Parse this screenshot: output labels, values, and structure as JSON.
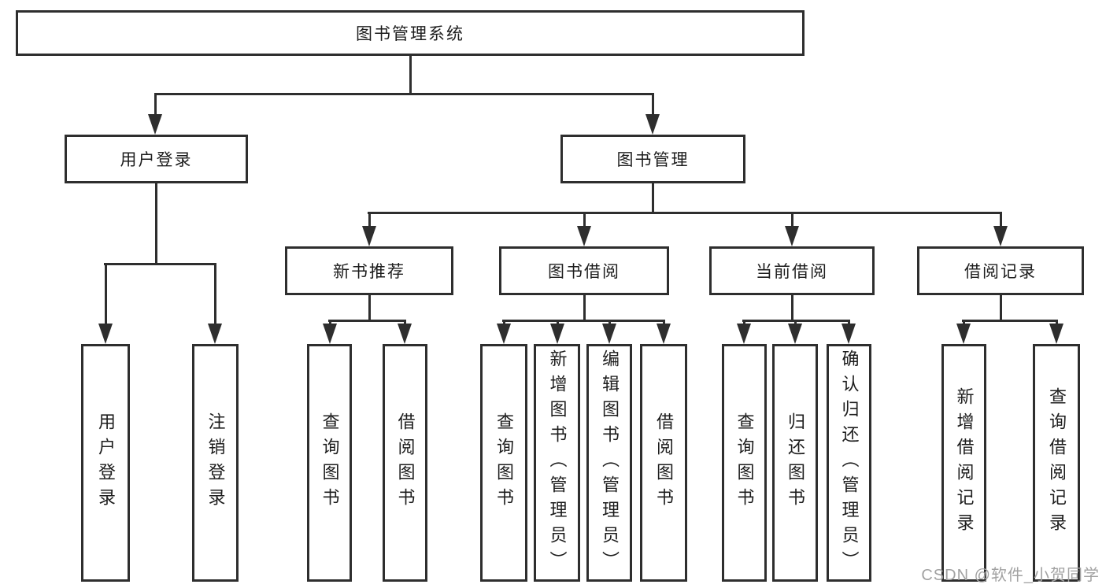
{
  "title": "图书管理系统",
  "nodes": {
    "root": "图书管理系统",
    "user_login": "用户登录",
    "book_mgmt": "图书管理",
    "new_books": "新书推荐",
    "book_borrow": "图书借阅",
    "current_borrow": "当前借阅",
    "borrow_records": "借阅记录",
    "ul_user_login": "用户登录",
    "ul_logout": "注销登录",
    "nb_query_books": "查询图书",
    "nb_borrow_books": "借阅图书",
    "bb_query_books": "查询图书",
    "bb_add_books": "新增图书（管理员）",
    "bb_edit_books": "编辑图书（管理员）",
    "bb_borrow_books": "借阅图书",
    "cb_query_books": "查询图书",
    "cb_return_books": "归还图书",
    "cb_confirm_return": "确认归还（管理员）",
    "br_add_record": "新增借阅记录",
    "br_query_record": "查询借阅记录"
  },
  "watermark": "CSDN @软件_小贺同学",
  "colors": {
    "line": "#2e2e2e",
    "box_border": "#2e2e2e",
    "box_fill": "#ffffff",
    "text": "#1d1d1d",
    "watermark": "#a2a2a2",
    "background": "#ffffff"
  }
}
